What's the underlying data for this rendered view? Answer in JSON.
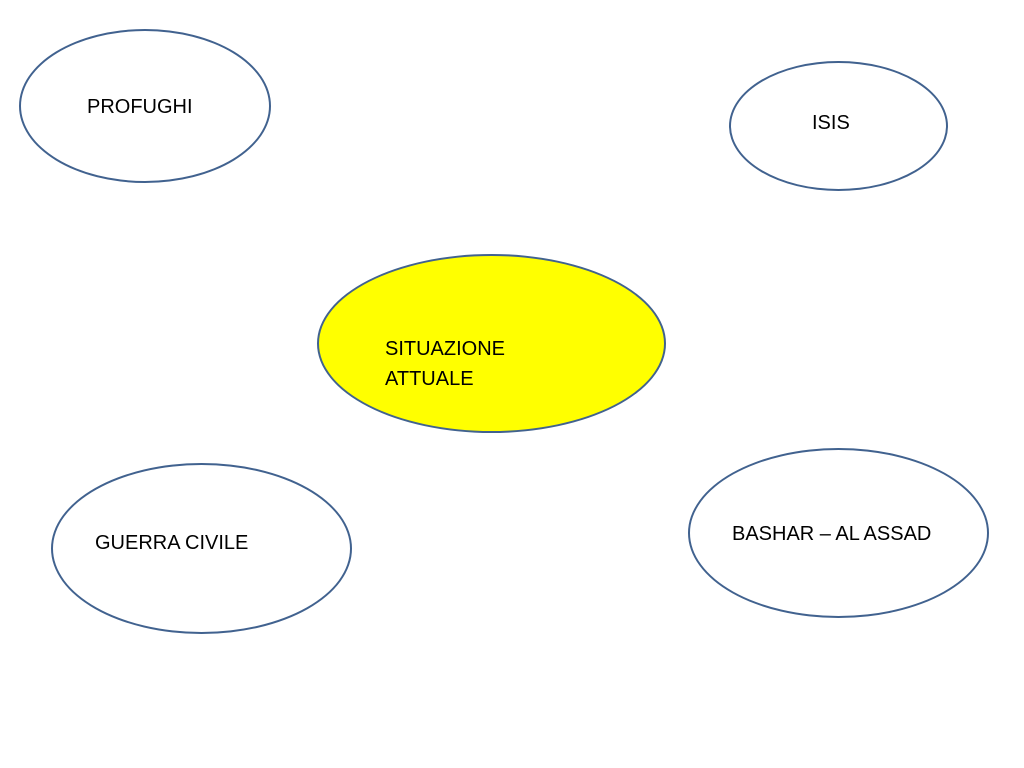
{
  "diagram": {
    "nodes": {
      "profughi": {
        "label": "PROFUGHI"
      },
      "isis": {
        "label": "ISIS"
      },
      "center": {
        "line1": "SITUAZIONE",
        "line2": "ATTUALE"
      },
      "guerra_civile": {
        "label": "GUERRA CIVILE"
      },
      "bashar": {
        "label": "BASHAR – AL ASSAD"
      }
    },
    "colors": {
      "outline": "#41628f",
      "center_fill": "#ffff00",
      "node_fill": "#ffffff",
      "text": "#000000"
    }
  }
}
